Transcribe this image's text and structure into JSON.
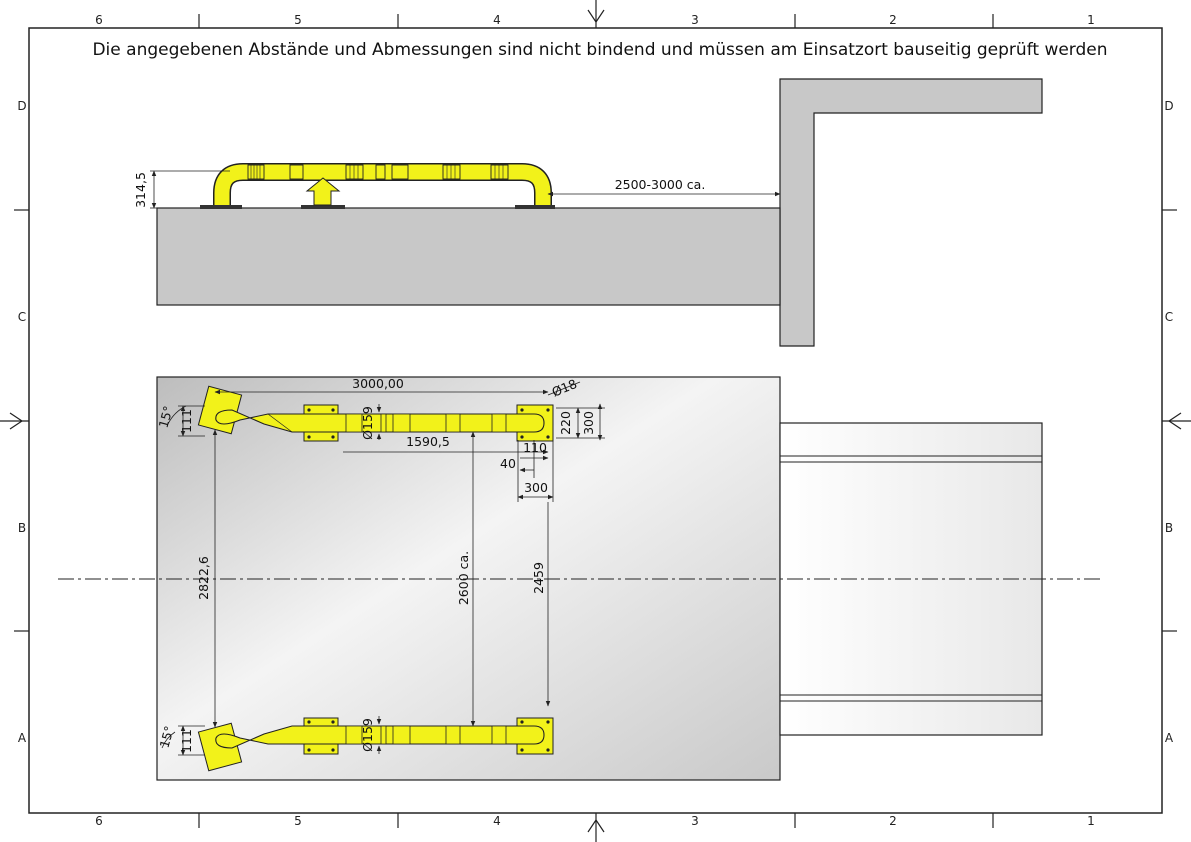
{
  "note": "Die angegebenen Abstände und Abmessungen sind nicht bindend und müssen am Einsatzort bauseitig geprüft werden",
  "grid": {
    "columns": [
      "6",
      "5",
      "4",
      "3",
      "2",
      "1"
    ],
    "rows": [
      "D",
      "C",
      "B",
      "A"
    ]
  },
  "side_view": {
    "height": "314,5",
    "distance": "2500-3000 ca."
  },
  "top_view": {
    "length": "3000,00",
    "diameter_small": "Ø18",
    "diameter_tube_top": "Ø159",
    "diameter_tube_bottom": "Ø159",
    "dim_1590": "1590,5",
    "dim_220": "220",
    "dim_300_v": "300",
    "dim_110": "110",
    "dim_40": "40",
    "dim_300_h": "300",
    "angle_top": "15°",
    "angle_bottom": "15°",
    "dim_111_top": "111",
    "dim_111_bottom": "111",
    "dim_2822": "2822,6",
    "dim_2600": "2600 ca.",
    "dim_2459": "2459"
  },
  "colors": {
    "barrier_yellow": "#f2f21a",
    "concrete_gray": "#c8c8c8",
    "outline": "#222222"
  }
}
